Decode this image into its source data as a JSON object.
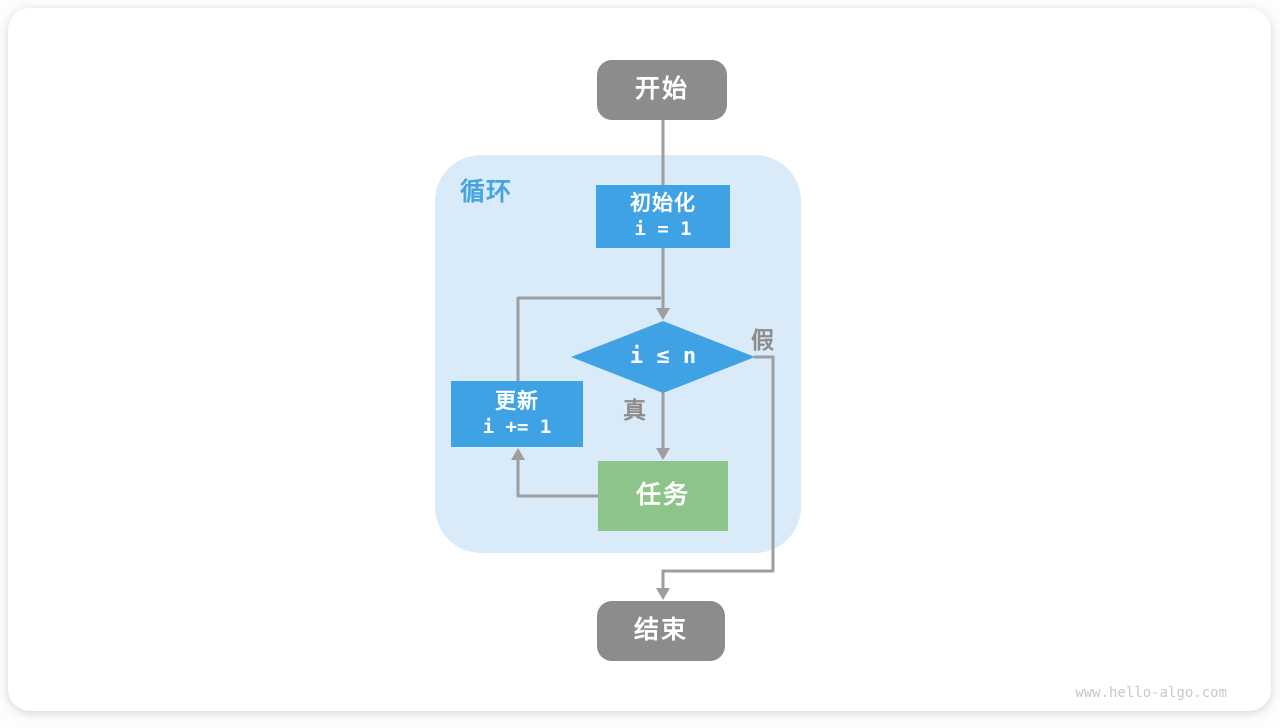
{
  "diagram": {
    "loop_label": "循环",
    "nodes": {
      "start": {
        "label": "开始"
      },
      "init": {
        "title": "初始化",
        "code": "i = 1"
      },
      "condition": {
        "code": "i ≤ n"
      },
      "update": {
        "title": "更新",
        "code": "i += 1"
      },
      "task": {
        "label": "任务"
      },
      "end": {
        "label": "结束"
      }
    },
    "edge_labels": {
      "true": "真",
      "false": "假"
    }
  },
  "watermark": "www.hello-algo.com",
  "colors": {
    "node_blue": "#3FA2E4",
    "node_green": "#8CC48A",
    "node_gray": "#8C8C8C",
    "node_text": "#FFFFFF",
    "container_bg": "#D9EAF8",
    "loop_label": "#46A4E0",
    "line_gray": "#9E9E9E",
    "label_gray": "#8C8C8C",
    "watermark": "#C8C8C8"
  }
}
